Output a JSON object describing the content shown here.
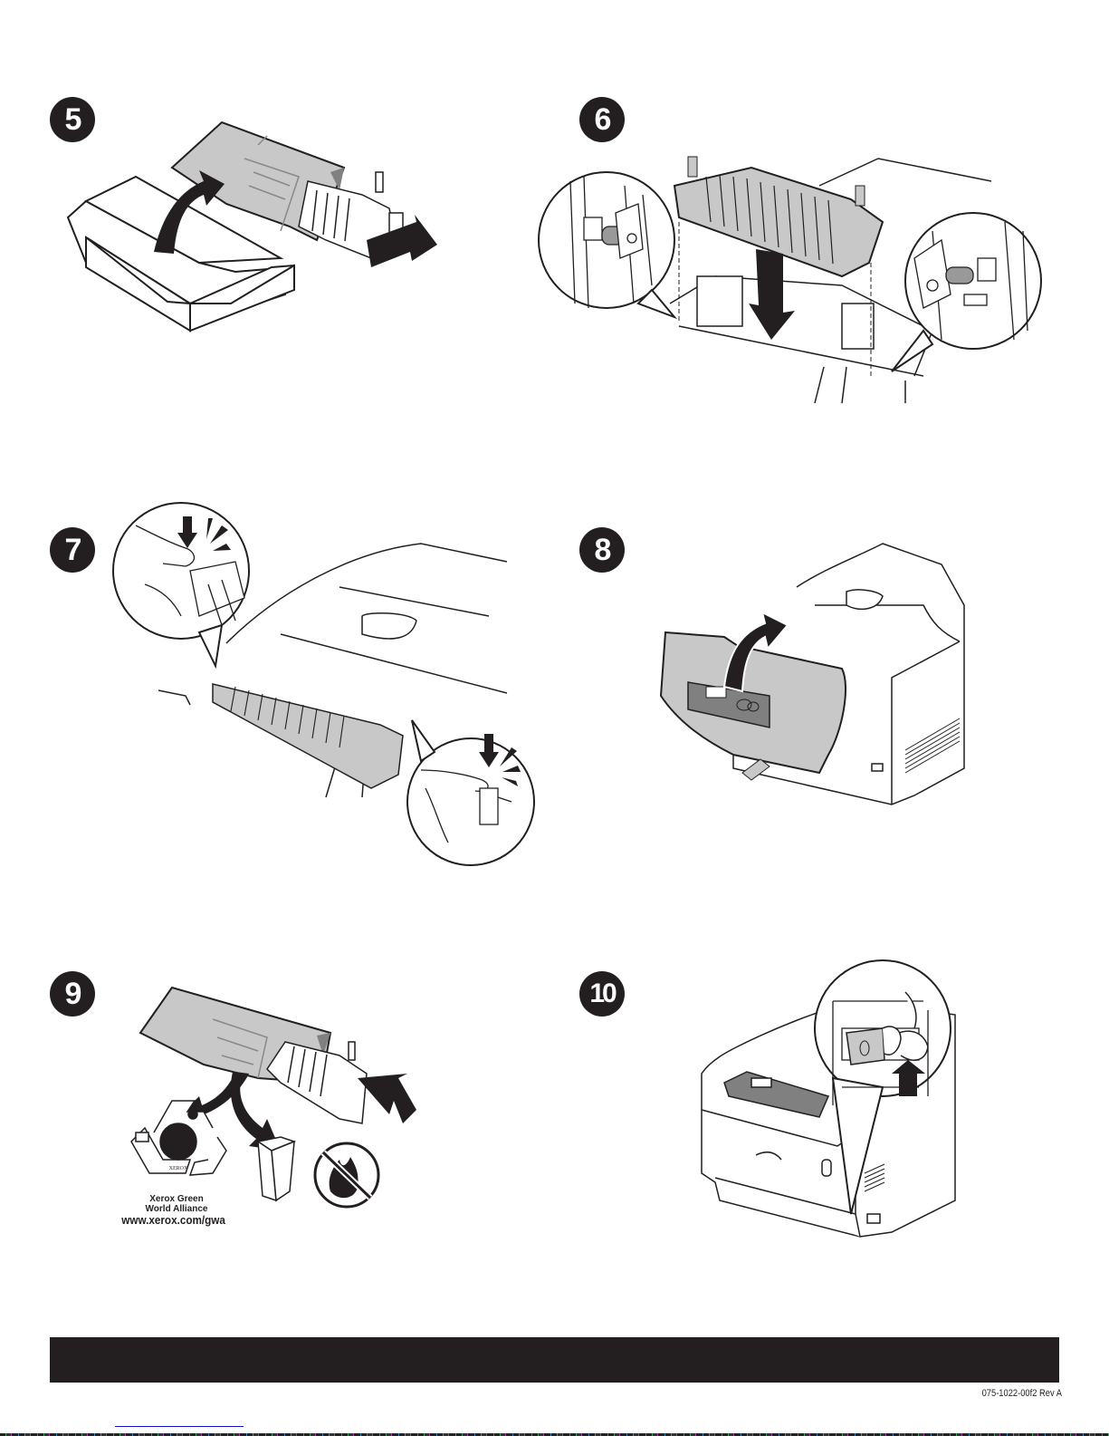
{
  "steps": [
    {
      "number": "5",
      "icon": "remove-fuser-from-box"
    },
    {
      "number": "6",
      "icon": "insert-fuser-into-printer"
    },
    {
      "number": "7",
      "icon": "press-fuser-levers"
    },
    {
      "number": "8",
      "icon": "close-front-door"
    },
    {
      "number": "9",
      "icon": "recycle-old-fuser"
    },
    {
      "number": "10",
      "icon": "power-on-switch"
    }
  ],
  "recycle": {
    "logo_label": "XEROX",
    "line1": "Xerox Green",
    "line2": "World Alliance",
    "url": "www.xerox.com/gwa"
  },
  "footer": {
    "document_number": "075-1022-00f2 Rev A"
  },
  "colors": {
    "ink": "#231f20",
    "gray_fill": "#c8c8c8",
    "dark_gray": "#808080"
  }
}
